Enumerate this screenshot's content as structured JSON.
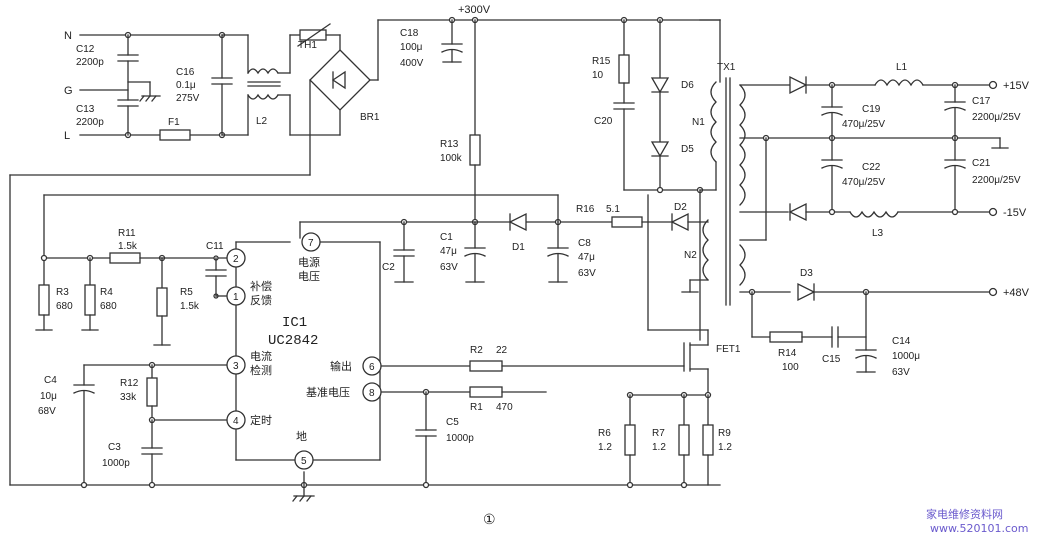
{
  "figure_number": "①",
  "watermark": {
    "line1": "家电维修资料网",
    "line2": "www.520101.com",
    "color": "#6a5acd"
  },
  "rails": {
    "n": "N",
    "g": "G",
    "l": "L",
    "hv": "+300V",
    "p15": "+15V",
    "m15": "-15V",
    "p48": "+48V"
  },
  "ic": {
    "name": "IC1",
    "part": "UC2842"
  },
  "pins": {
    "p1": {
      "num": "1",
      "label1": "补偿",
      "label2": "反馈"
    },
    "p2": {
      "num": "2"
    },
    "p3": {
      "num": "3",
      "label1": "电流",
      "label2": "检测"
    },
    "p4": {
      "num": "4",
      "label": "定时"
    },
    "p5": {
      "num": "5",
      "label": "地"
    },
    "p6": {
      "num": "6",
      "label": "输出"
    },
    "p7": {
      "num": "7",
      "label1": "电源",
      "label2": "电压"
    },
    "p8": {
      "num": "8",
      "label": "基准电压"
    }
  },
  "components": {
    "c12": {
      "name": "C12",
      "value": "2200p"
    },
    "c13": {
      "name": "C13",
      "value": "2200p"
    },
    "c16": {
      "name": "C16",
      "value1": "0.1μ",
      "value2": "275V"
    },
    "f1": {
      "name": "F1"
    },
    "l2": {
      "name": "L2"
    },
    "th1": {
      "name": "TH1"
    },
    "br1": {
      "name": "BR1"
    },
    "c18": {
      "name": "C18",
      "value1": "100μ",
      "value2": "400V"
    },
    "r15": {
      "name": "R15",
      "value": "10"
    },
    "c20": {
      "name": "C20"
    },
    "d6": {
      "name": "D6"
    },
    "d5": {
      "name": "D5"
    },
    "tx1": {
      "name": "TX1"
    },
    "n1": {
      "name": "N1"
    },
    "n2": {
      "name": "N2"
    },
    "l1": {
      "name": "L1"
    },
    "l3": {
      "name": "L3"
    },
    "c19": {
      "name": "C19",
      "value": "470μ/25V"
    },
    "c22": {
      "name": "C22",
      "value": "470μ/25V"
    },
    "c17": {
      "name": "C17",
      "value": "2200μ/25V"
    },
    "c21": {
      "name": "C21",
      "value": "2200μ/25V"
    },
    "r13": {
      "name": "R13",
      "value": "100k"
    },
    "r16": {
      "name": "R16",
      "value": "5.1"
    },
    "d1": {
      "name": "D1"
    },
    "d2": {
      "name": "D2"
    },
    "d3": {
      "name": "D3"
    },
    "c1": {
      "name": "C1",
      "value1": "47μ",
      "value2": "63V"
    },
    "c8": {
      "name": "C8",
      "value1": "47μ",
      "value2": "63V"
    },
    "c2": {
      "name": "C2"
    },
    "r11": {
      "name": "R11",
      "value": "1.5k"
    },
    "c11": {
      "name": "C11"
    },
    "r3": {
      "name": "R3",
      "value": "680"
    },
    "r4": {
      "name": "R4",
      "value": "680"
    },
    "r5": {
      "name": "R5",
      "value": "1.5k"
    },
    "c4": {
      "name": "C4",
      "value1": "10μ",
      "value2": "68V"
    },
    "r12": {
      "name": "R12",
      "value": "33k"
    },
    "c3": {
      "name": "C3",
      "value": "1000p"
    },
    "r2": {
      "name": "R2",
      "value": "22"
    },
    "r1": {
      "name": "R1",
      "value": "470"
    },
    "c5": {
      "name": "C5",
      "value": "1000p"
    },
    "r6": {
      "name": "R6",
      "value": "1.2"
    },
    "r7": {
      "name": "R7",
      "value": "1.2"
    },
    "r9": {
      "name": "R9",
      "value": "1.2"
    },
    "fet1": {
      "name": "FET1"
    },
    "r14": {
      "name": "R14",
      "value": "100"
    },
    "c15": {
      "name": "C15"
    },
    "c14": {
      "name": "C14",
      "value1": "1000μ",
      "value2": "63V"
    }
  }
}
